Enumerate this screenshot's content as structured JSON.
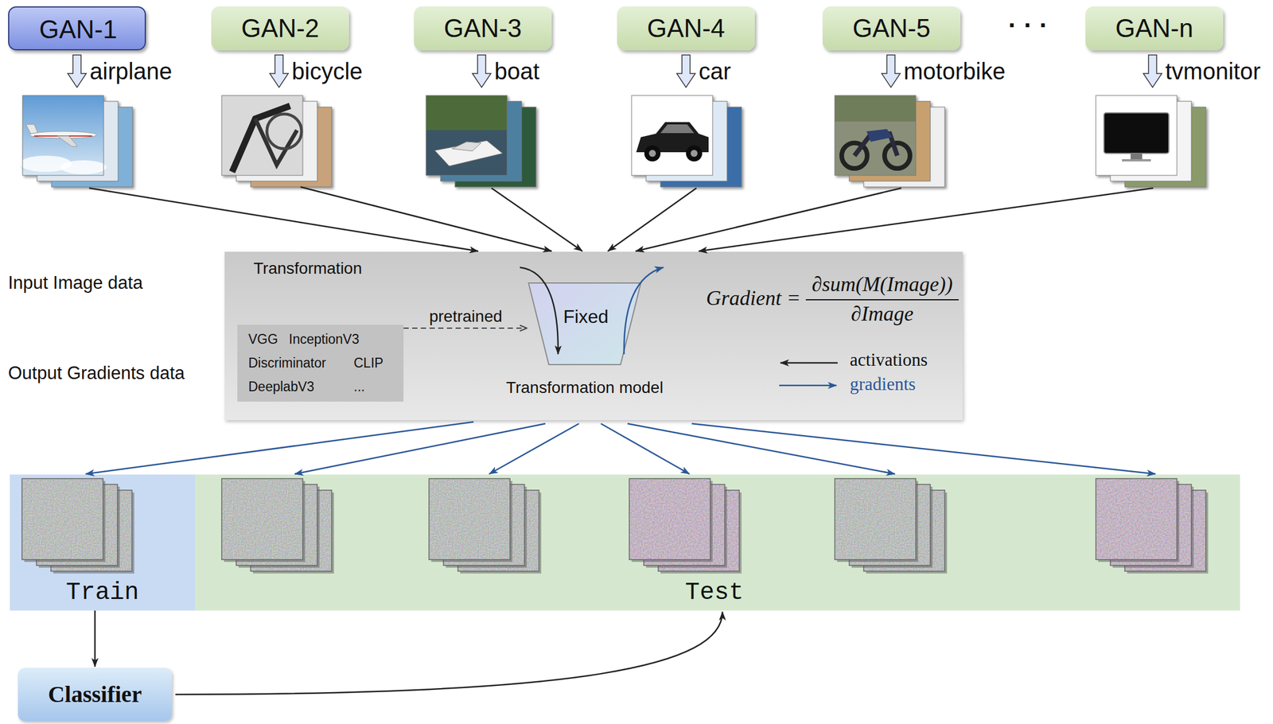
{
  "diagram": {
    "nodes": [
      {
        "text": [
          "GAN-1"
        ]
      },
      {
        "text": [
          "GAN-2"
        ]
      },
      {
        "text": [
          "GAN-3"
        ]
      },
      {
        "text": [
          "GAN-4"
        ]
      },
      {
        "text": [
          "GAN-5"
        ]
      },
      {
        "text": [
          "GAN-n"
        ]
      },
      {
        "text": [
          "Transformation"
        ]
      },
      {
        "text": [
          "VGG",
          "InceptionV3",
          "Discriminator",
          "CLIP",
          "DeeplabV3",
          "..."
        ],
        "in": 6
      },
      {
        "text": [
          "Fixed",
          "Transformation model"
        ],
        "in": 6
      },
      {
        "text": [
          "Train"
        ]
      },
      {
        "text": [
          "Test"
        ]
      },
      {
        "text": [
          "Classifier"
        ]
      }
    ],
    "edges": [
      {
        "from": 7,
        "to": 8,
        "label": "pretrained",
        "arrow": "to"
      },
      {
        "from": 9,
        "to": 11,
        "arrow": "to"
      },
      {
        "from": 11,
        "to": 10,
        "arrow": "to"
      }
    ],
    "labels": [
      "· · ·",
      "airplane",
      "bicycle",
      "boat",
      "car",
      "motorbike",
      "tvmonitor",
      "Input Image data",
      "Output Gradients data",
      "Gradient =",
      "∂sum(M(Image))",
      "∂Image"
    ],
    "legend": [
      {
        "text": "activations"
      },
      {
        "text": "gradients"
      }
    ]
  }
}
